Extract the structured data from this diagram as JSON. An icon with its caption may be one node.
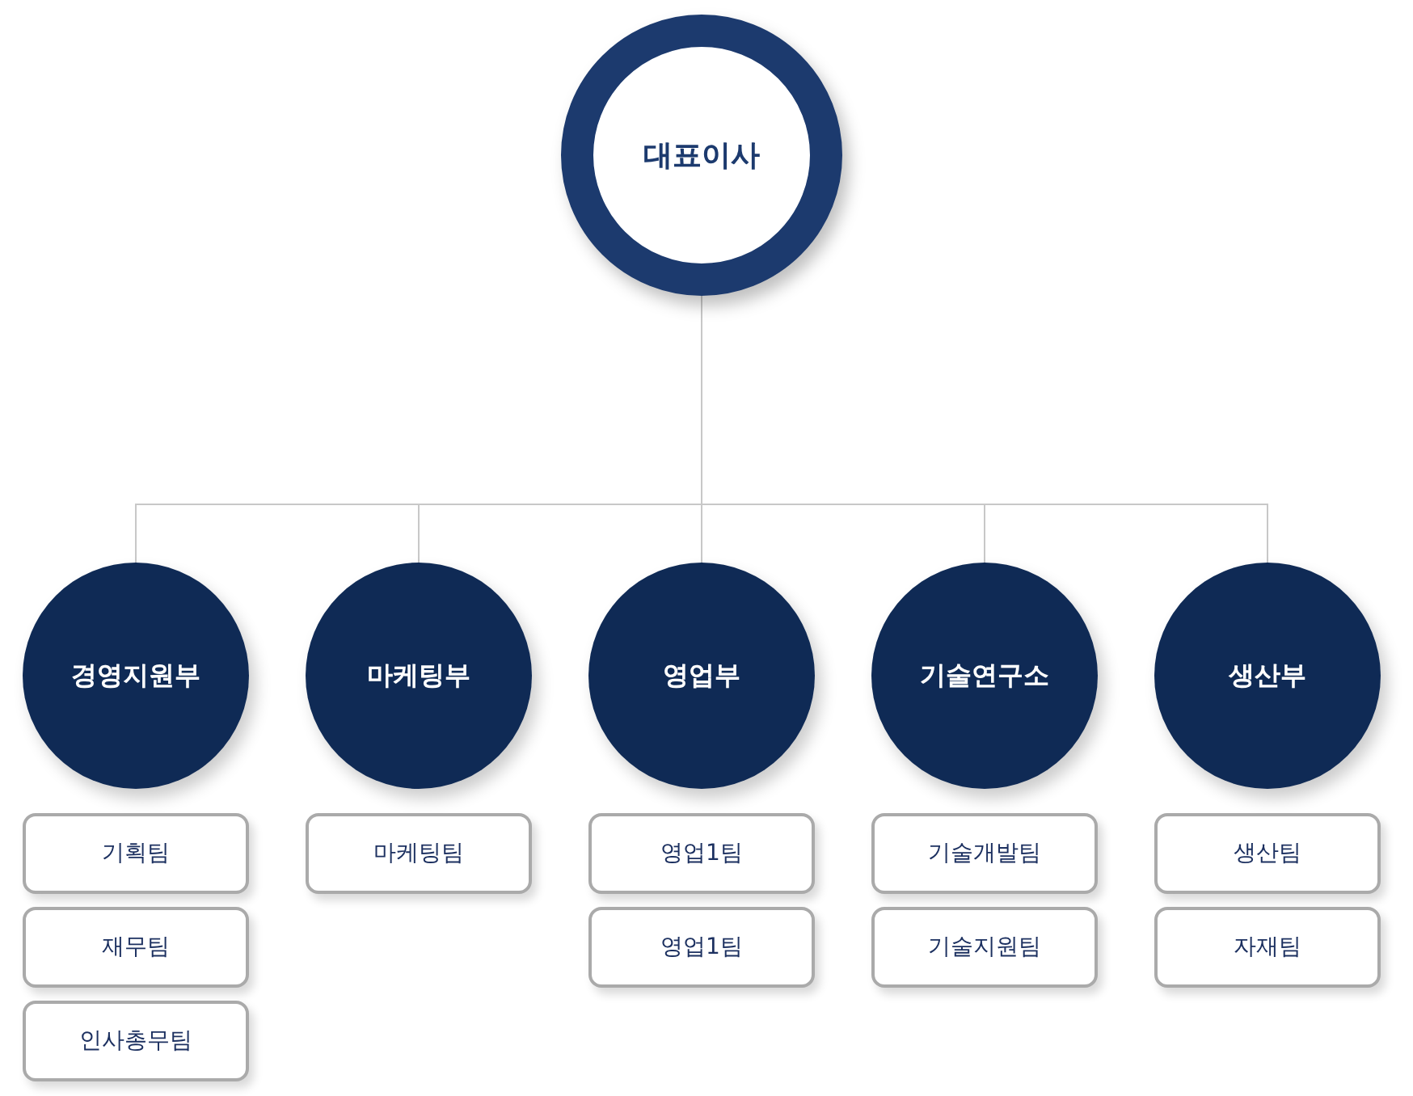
{
  "diagram": {
    "nodes": [
      {
        "text": [
          "대표이사"
        ]
      },
      {
        "text": [
          "경영지원부"
        ]
      },
      {
        "text": [
          "마케팅부"
        ]
      },
      {
        "text": [
          "영업부"
        ]
      },
      {
        "text": [
          "기술연구소"
        ]
      },
      {
        "text": [
          "생산부"
        ]
      },
      {
        "text": [
          "기획팀"
        ]
      },
      {
        "text": [
          "재무팀"
        ]
      },
      {
        "text": [
          "인사총무팀"
        ]
      },
      {
        "text": [
          "마케팅팀"
        ]
      },
      {
        "text": [
          "영업1팀"
        ]
      },
      {
        "text": [
          "영업1팀"
        ]
      },
      {
        "text": [
          "기술개발팀"
        ]
      },
      {
        "text": [
          "기술지원팀"
        ]
      },
      {
        "text": [
          "생산팀"
        ]
      },
      {
        "text": [
          "자재팀"
        ]
      }
    ],
    "edges": [
      {
        "from": 0,
        "to": 1,
        "arrow": "none"
      },
      {
        "from": 0,
        "to": 2,
        "arrow": "none"
      },
      {
        "from": 0,
        "to": 3,
        "arrow": "none"
      },
      {
        "from": 0,
        "to": 4,
        "arrow": "none"
      },
      {
        "from": 0,
        "to": 5,
        "arrow": "none"
      }
    ]
  }
}
